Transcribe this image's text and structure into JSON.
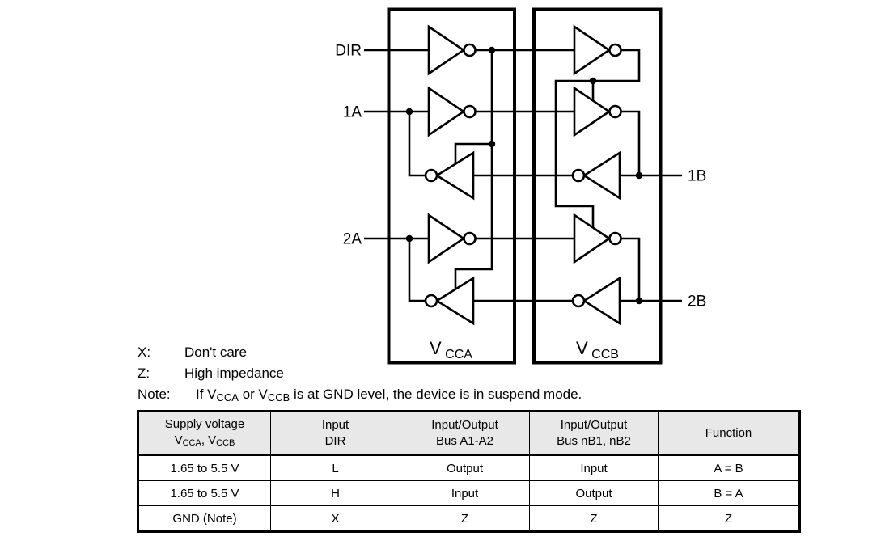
{
  "diagram": {
    "inputs": {
      "dir": "DIR",
      "ch1_a": "1A",
      "ch2_a": "2A"
    },
    "outputs": {
      "ch1_b": "1B",
      "ch2_b": "2B"
    },
    "supply_a": {
      "base": "V",
      "sub": "CCA"
    },
    "supply_b": {
      "base": "V",
      "sub": "CCB"
    }
  },
  "legend": {
    "x_key": "X:",
    "x_val": "Don't care",
    "z_key": "Z:",
    "z_val": "High impedance",
    "note_key": "Note:",
    "note_parts": {
      "p1": "If V",
      "s1": "CCA",
      "p2": " or V",
      "s2": "CCB",
      "p3": " is at GND level, the device is in suspend mode."
    }
  },
  "table": {
    "headers": {
      "col1_line1": "Supply voltage",
      "col1_line2": {
        "p1": "V",
        "s1": "CCA",
        "p2": ", V",
        "s2": "CCB"
      },
      "col2_line1": "Input",
      "col2_line2": "DIR",
      "col3_line1": "Input/Output",
      "col3_line2": "Bus A1-A2",
      "col4_line1": "Input/Output",
      "col4_line2": "Bus nB1, nB2",
      "col5": "Function"
    },
    "rows": [
      [
        "1.65 to 5.5 V",
        "L",
        "Output",
        "Input",
        "A = B"
      ],
      [
        "1.65 to 5.5 V",
        "H",
        "Input",
        "Output",
        "B = A"
      ],
      [
        "GND (Note)",
        "X",
        "Z",
        "Z",
        "Z"
      ]
    ]
  },
  "colors": {
    "line": "#000000",
    "table_header_bg": "#e8e8e8",
    "background": "#ffffff"
  }
}
